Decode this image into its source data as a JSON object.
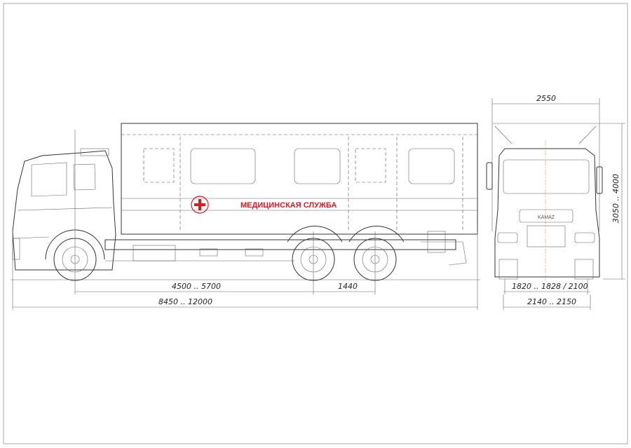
{
  "side_view": {
    "body_label": "МЕДИЦИНСКАЯ СЛУЖБА",
    "dimensions": {
      "wheelbase": "4500 .. 5700",
      "tandem_spacing": "1440",
      "overall_length": "8450 .. 12000"
    }
  },
  "front_view": {
    "grille_logo": "KAMAZ",
    "dimensions": {
      "width": "2550",
      "height": "3050 .. 4000",
      "track_inner": "1820 .. 1828 / 2100",
      "track_outer": "2140 .. 2150"
    }
  },
  "colors": {
    "accent": "#e3161b",
    "line": "#333333"
  }
}
